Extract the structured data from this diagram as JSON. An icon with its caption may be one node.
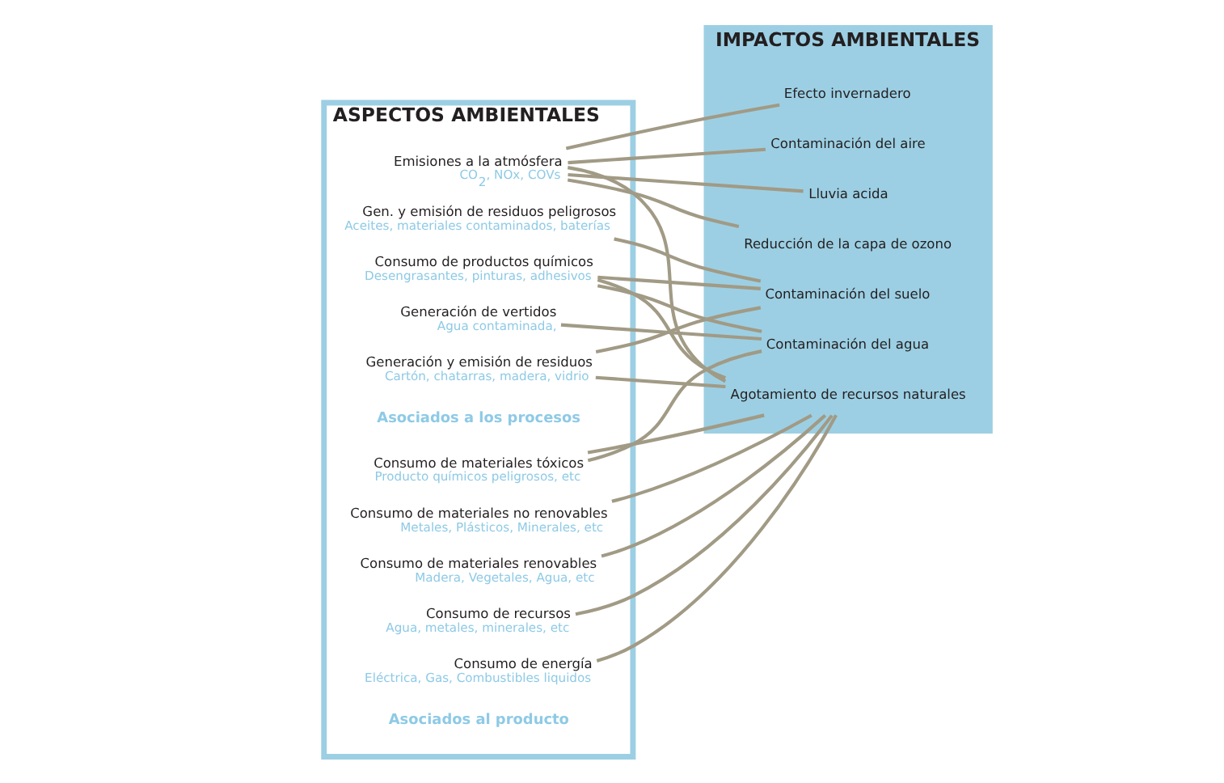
{
  "diagram": {
    "nodes": [
      {
        "text": [
          "ASPECTOS AMBIENTALES"
        ]
      },
      {
        "text": [
          "Consumo de materiales renovables",
          "Madera, Vegetales, Agua, etc"
        ],
        "in": 0
      },
      {
        "text": [
          "Consumo de materiales no renovables",
          "Metales, Plásticos, Minerales, etc"
        ],
        "in": 0
      },
      {
        "text": [
          "Consumo de materiales tóxicos",
          "Producto químicos peligrosos, etc"
        ],
        "in": 0
      },
      {
        "text": [
          "Consumo de energía",
          "Eléctrica, Gas, Combustibles liquidos"
        ],
        "in": 0
      },
      {
        "text": [
          "Consumo de recursos",
          "Agua, metales, minerales, etc"
        ],
        "in": 0
      },
      {
        "text": [
          "Consumo de productos químicos",
          "Desengrasantes, pinturas, adhesivos"
        ],
        "in": 0
      },
      {
        "text": [
          "Generación y emisión de residuos",
          "Cartón, chatarras, madera, vidrio"
        ],
        "in": 0
      },
      {
        "text": [
          "Gen. y emisión de residuos peligrosos",
          "Aceites, materiales contaminados, baterías"
        ],
        "in": 0
      },
      {
        "text": [
          "Generación de vertidos",
          "Agua contaminada,"
        ],
        "in": 0
      },
      {
        "text": [
          "Emisiones a la atmósfera",
          "CO$_{2}$, NOx, COVs"
        ],
        "in": 0
      },
      {
        "text": [
          "IMPACTOS AMBIENTALES"
        ]
      },
      {
        "text": [
          "Agotamiento de recursos naturales"
        ],
        "in": 11
      },
      {
        "text": [
          "Efecto invernadero"
        ],
        "in": 11
      },
      {
        "text": [
          "Reducción de la capa de ozono"
        ],
        "in": 11
      },
      {
        "text": [
          "Lluvia acida"
        ],
        "in": 11
      },
      {
        "text": [
          "Contaminación del aire"
        ],
        "in": 11
      },
      {
        "text": [
          "Contaminación del suelo"
        ],
        "in": 11
      },
      {
        "text": [
          "Contaminación del agua"
        ],
        "in": 11
      }
    ],
    "edges": [
      {
        "from": 1,
        "to": 12,
        "arrow": "none"
      },
      {
        "from": 2,
        "to": 12,
        "arrow": "none"
      },
      {
        "from": 3,
        "to": 12,
        "arrow": "none"
      },
      {
        "from": 3,
        "to": 18,
        "arrow": "none"
      },
      {
        "from": 4,
        "to": 12,
        "arrow": "none"
      },
      {
        "from": 5,
        "to": 12,
        "arrow": "none"
      },
      {
        "from": 6,
        "to": 12,
        "arrow": "none"
      },
      {
        "from": 6,
        "to": 17,
        "arrow": "none"
      },
      {
        "from": 6,
        "to": 18,
        "arrow": "none"
      },
      {
        "from": 7,
        "to": 12,
        "arrow": "none"
      },
      {
        "from": 7,
        "to": 17,
        "arrow": "none"
      },
      {
        "from": 8,
        "to": 17,
        "arrow": "none"
      },
      {
        "from": 9,
        "to": 18,
        "arrow": "none"
      },
      {
        "from": 10,
        "to": 12,
        "arrow": "none"
      },
      {
        "from": 10,
        "to": 13,
        "arrow": "none"
      },
      {
        "from": 10,
        "to": 14,
        "arrow": "none"
      },
      {
        "from": 10,
        "to": 15,
        "arrow": "none"
      },
      {
        "from": 10,
        "to": 16,
        "arrow": "none"
      }
    ],
    "labels": [
      "Asociados al producto",
      "Asociados a los procesos"
    ]
  }
}
